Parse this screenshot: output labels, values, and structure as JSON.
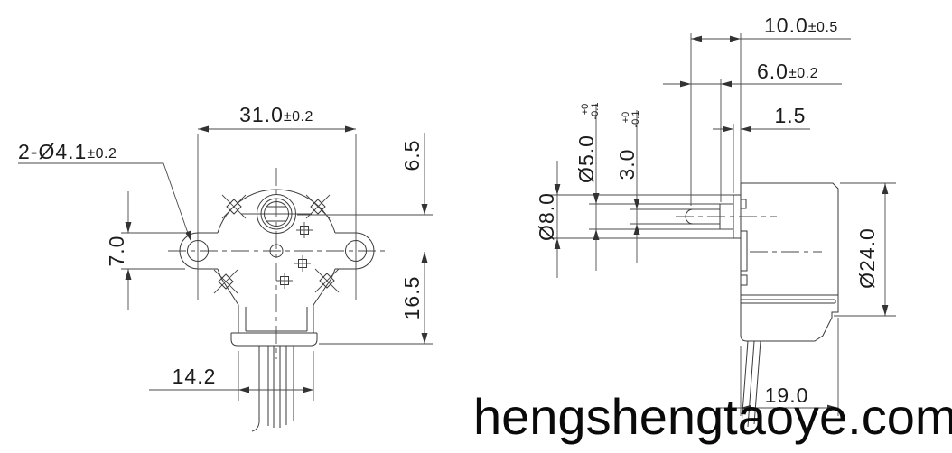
{
  "drawing": {
    "front_view": {
      "holes_label": {
        "main": "2-Ø4.1",
        "tol": "±0.2"
      },
      "width": {
        "main": "31.0",
        "tol": "±0.2"
      },
      "shaft_offset": "6.5",
      "ear_height": "7.0",
      "center_to_bottom": "16.5",
      "connector_width": "14.2"
    },
    "side_view": {
      "shaft_length": {
        "main": "10.0",
        "tol": "±0.5"
      },
      "flat_length": {
        "main": "6.0",
        "tol": "±0.2"
      },
      "boss_step": "1.5",
      "shaft_dia": {
        "main": "Ø5.0",
        "tol_plus": "+0",
        "tol_minus": "-0.1"
      },
      "flat_width": {
        "main": "3.0",
        "tol_plus": "+0",
        "tol_minus": "-0.1"
      },
      "boss_dia": "Ø8.0",
      "body_dia": "Ø24.0",
      "body_length": "19.0"
    },
    "watermark": "hengshengtaoye.com"
  }
}
